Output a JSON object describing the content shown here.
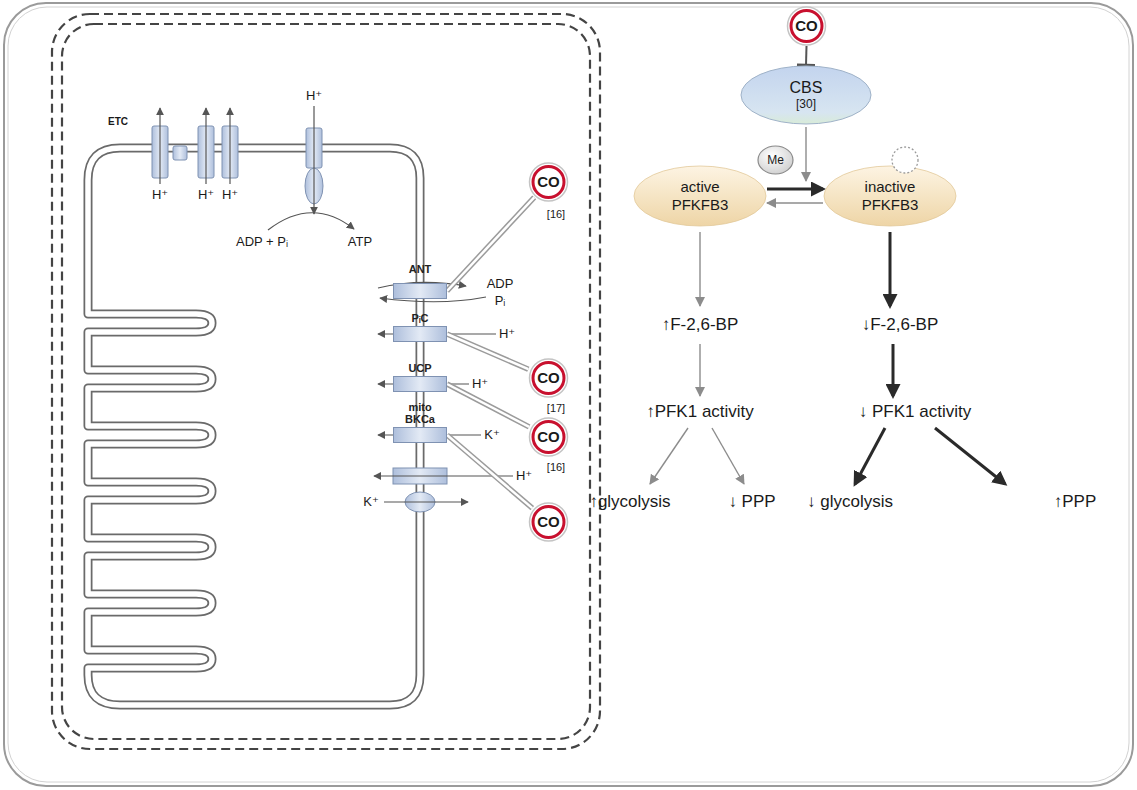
{
  "diagram": {
    "nodes": [
      {
        "text": [
          "ANT"
        ]
      },
      {
        "text": [
          "PᵢC"
        ]
      },
      {
        "text": [
          "UCP"
        ]
      },
      {
        "text": [
          "mito BKCa"
        ]
      },
      {
        "text": [
          "CO"
        ]
      },
      {
        "text": [
          "CO"
        ]
      },
      {
        "text": [
          "CO"
        ]
      },
      {
        "text": [
          "CO"
        ]
      },
      {
        "text": [
          "CO"
        ]
      },
      {
        "text": [
          "CBS",
          "[30]"
        ]
      },
      {
        "text": [
          "Me"
        ]
      },
      {
        "text": [
          "active PFKFB3"
        ]
      },
      {
        "text": [
          "inactive PFKFB3"
        ]
      }
    ],
    "edges": [
      {
        "from": 4,
        "to": 0,
        "arrow": "none"
      },
      {
        "from": 5,
        "to": 1,
        "arrow": "none"
      },
      {
        "from": 6,
        "to": 2,
        "arrow": "none"
      },
      {
        "from": 7,
        "to": 3,
        "arrow": "none"
      },
      {
        "from": 8,
        "to": 9,
        "arrow": "to"
      },
      {
        "from": 11,
        "to": 12,
        "arrow": "to"
      },
      {
        "from": 12,
        "to": 11,
        "arrow": "to"
      }
    ],
    "labels": [
      "ETC",
      "H⁺",
      "H⁺",
      "H⁺",
      "H⁺",
      "ADP + Pᵢ",
      "ATP",
      "ADP",
      "Pᵢ",
      "H⁺",
      "H⁺",
      "K⁺",
      "H⁺",
      "K⁺",
      "[16]",
      "[17]",
      "[16]",
      "↑F-2,6-BP",
      "↑PFK1 activity",
      "↑glycolysis",
      "↓ PPP",
      "↓F-2,6-BP",
      "↓ PFK1 activity",
      "↓ glycolysis",
      "↑PPP"
    ]
  }
}
